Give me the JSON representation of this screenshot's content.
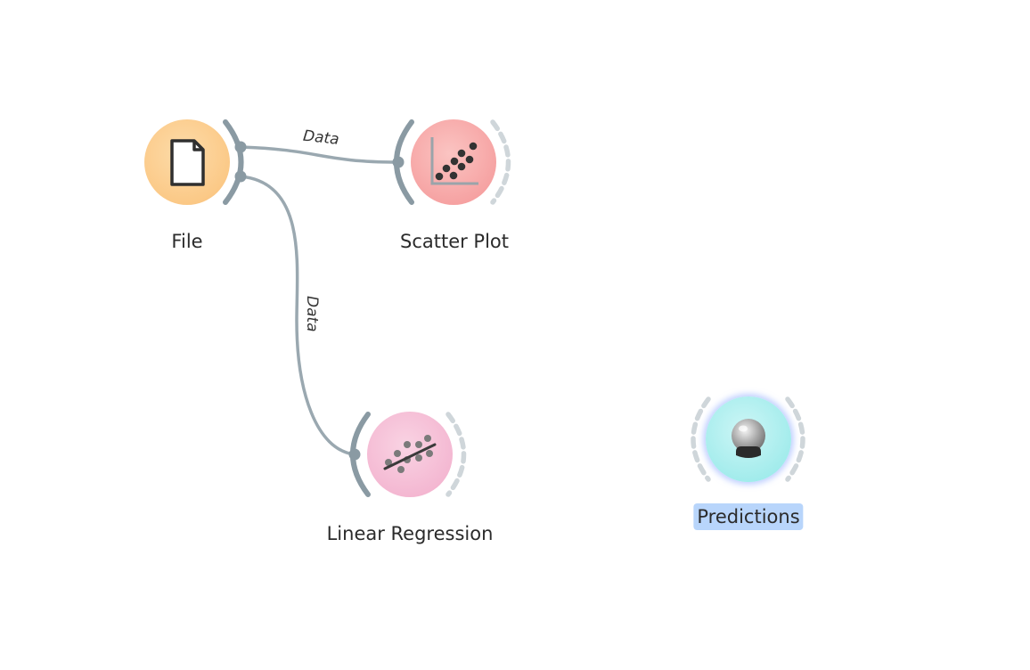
{
  "widgets": {
    "file": {
      "label": "File",
      "icon": "file-icon",
      "color": "#fbc987"
    },
    "scatter_plot": {
      "label": "Scatter Plot",
      "icon": "scatter-plot-icon",
      "color": "#f6a3a3"
    },
    "linear_regression": {
      "label": "Linear Regression",
      "icon": "linear-regression-icon",
      "color": "#f4b8d2"
    },
    "predictions": {
      "label": "Predictions",
      "icon": "crystal-ball-icon",
      "color": "#a3ecec",
      "selected": true
    }
  },
  "links": [
    {
      "from": "File",
      "to": "Scatter Plot",
      "label": "Data"
    },
    {
      "from": "File",
      "to": "Linear Regression",
      "label": "Data"
    }
  ],
  "colors": {
    "link": "#9aa8b0",
    "anchor": "#8a9aa3",
    "anchor_dashed": "#cfd6da",
    "selection": "#b8d5fb"
  }
}
